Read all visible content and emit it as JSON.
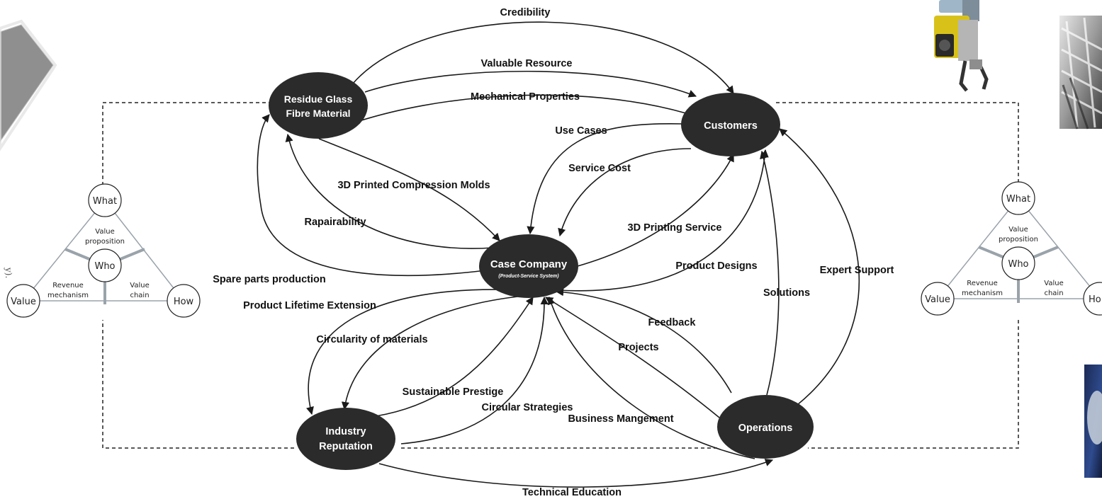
{
  "nodes": {
    "residue": {
      "line1": "Residue Glass",
      "line2": "Fibre Material"
    },
    "customers": {
      "label": "Customers"
    },
    "case_company": {
      "line1": "Case Company",
      "line2": "(Product-Service System)"
    },
    "industry": {
      "line1": "Industry",
      "line2": "Reputation"
    },
    "operations": {
      "label": "Operations"
    }
  },
  "edges": {
    "credibility": "Credibility",
    "valuable_resource": "Valuable Resource",
    "mechanical_properties": "Mechanical Properties",
    "use_cases": "Use Cases",
    "service_cost": "Service Cost",
    "molds": "3D Printed Compression Molds",
    "repairability": "Rapairability",
    "printing_service": "3D Printing Service",
    "spare_parts": "Spare parts production",
    "product_designs": "Product Designs",
    "expert_support": "Expert Support",
    "solutions": "Solutions",
    "lifetime": "Product Lifetime Extension",
    "feedback": "Feedback",
    "circularity": "Circularity of materials",
    "projects": "Projects",
    "prestige": "Sustainable Prestige",
    "circular_strategies": "Circular Strategies",
    "business": "Business Mangement",
    "education": "Technical Education"
  },
  "triangle_left": {
    "what": "What",
    "who": "Who",
    "value": "Value",
    "how": "How",
    "value_prop_1": "Value",
    "value_prop_2": "proposition",
    "revenue_1": "Revenue",
    "revenue_2": "mechanism",
    "chain_1": "Value",
    "chain_2": "chain"
  },
  "triangle_right": {
    "what": "What",
    "who": "Who",
    "value": "Value",
    "how": "Ho",
    "value_prop_1": "Value",
    "value_prop_2": "proposition",
    "revenue_1": "Revenue",
    "revenue_2": "mechanism",
    "chain_1": "Value",
    "chain_2": "chain"
  },
  "side_note": "y).",
  "colors": {
    "node_fill": "#2b2b2b",
    "edge": "#1a1a1a",
    "triangle_bar": "#9aa3aa"
  }
}
